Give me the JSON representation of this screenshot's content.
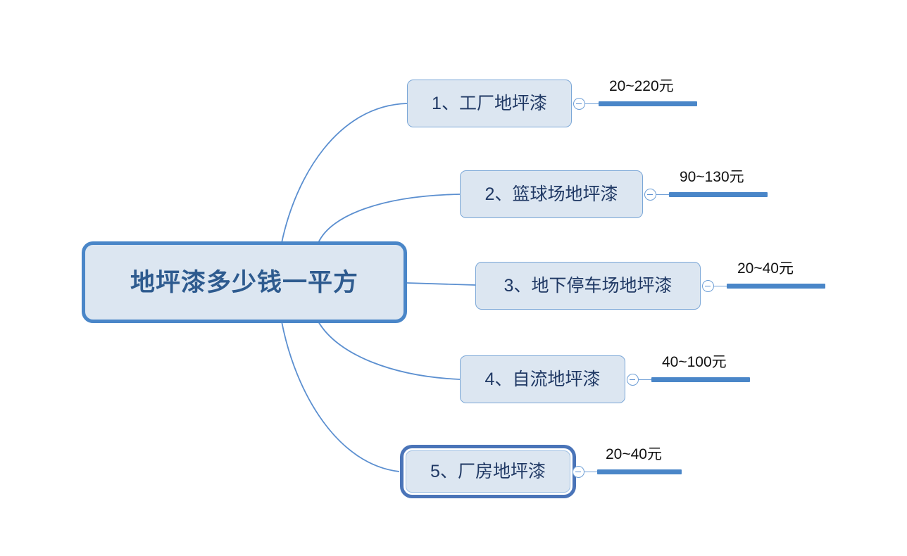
{
  "diagram": {
    "type": "mind-map",
    "title": "地坪漆多少钱一平方",
    "background_color": "#ffffff",
    "node_fill_color": "#dce6f1",
    "node_border_color": "#7ba7d7",
    "central_border_color": "#4a86c8",
    "selected_border_color": "#4a74b8",
    "connector_color": "#5b8fd0",
    "bar_color": "#4a86c8",
    "central_text_color": "#2e5b8f",
    "branch_text_color": "#1f3864"
  },
  "central": {
    "label": "地坪漆多少钱一平方"
  },
  "branches": [
    {
      "label": "1、工厂地坪漆",
      "value": "20~220元",
      "toggle_icon": "collapse-minus-icon",
      "selected": false
    },
    {
      "label": "2、篮球场地坪漆",
      "value": "90~130元",
      "toggle_icon": "collapse-minus-icon",
      "selected": false
    },
    {
      "label": "3、地下停车场地坪漆",
      "value": "20~40元",
      "toggle_icon": "collapse-minus-icon",
      "selected": false
    },
    {
      "label": "4、自流地坪漆",
      "value": "40~100元",
      "toggle_icon": "collapse-minus-icon",
      "selected": false
    },
    {
      "label": "5、厂房地坪漆",
      "value": "20~40元",
      "toggle_icon": "collapse-minus-icon",
      "selected": true
    }
  ]
}
